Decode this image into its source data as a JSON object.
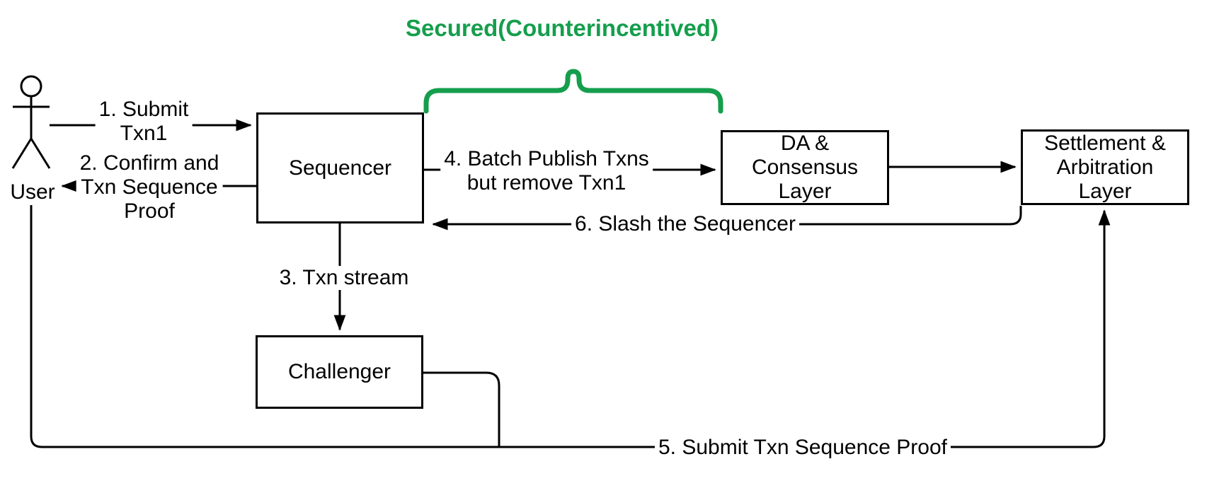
{
  "title": {
    "text": "Secured(Counterincentived)"
  },
  "colors": {
    "accent_green": "#159E4C",
    "line_black": "#000000",
    "background": "#ffffff"
  },
  "actors": {
    "user": {
      "label": "User"
    }
  },
  "boxes": {
    "sequencer": {
      "label": "Sequencer"
    },
    "da": {
      "label": "DA &\nConsensus\nLayer"
    },
    "settlement": {
      "label": "Settlement &\nArbitration\nLayer"
    },
    "challenger": {
      "label": "Challenger"
    }
  },
  "edges": {
    "e1": {
      "label": "1. Submit\nTxn1"
    },
    "e2": {
      "label": "2. Confirm and\nTxn Sequence\nProof"
    },
    "e3": {
      "label": "3. Txn stream"
    },
    "e4": {
      "label": "4. Batch Publish Txns\nbut remove Txn1"
    },
    "e5": {
      "label": "5. Submit Txn Sequence Proof"
    },
    "e6": {
      "label": "6. Slash the Sequencer"
    }
  }
}
